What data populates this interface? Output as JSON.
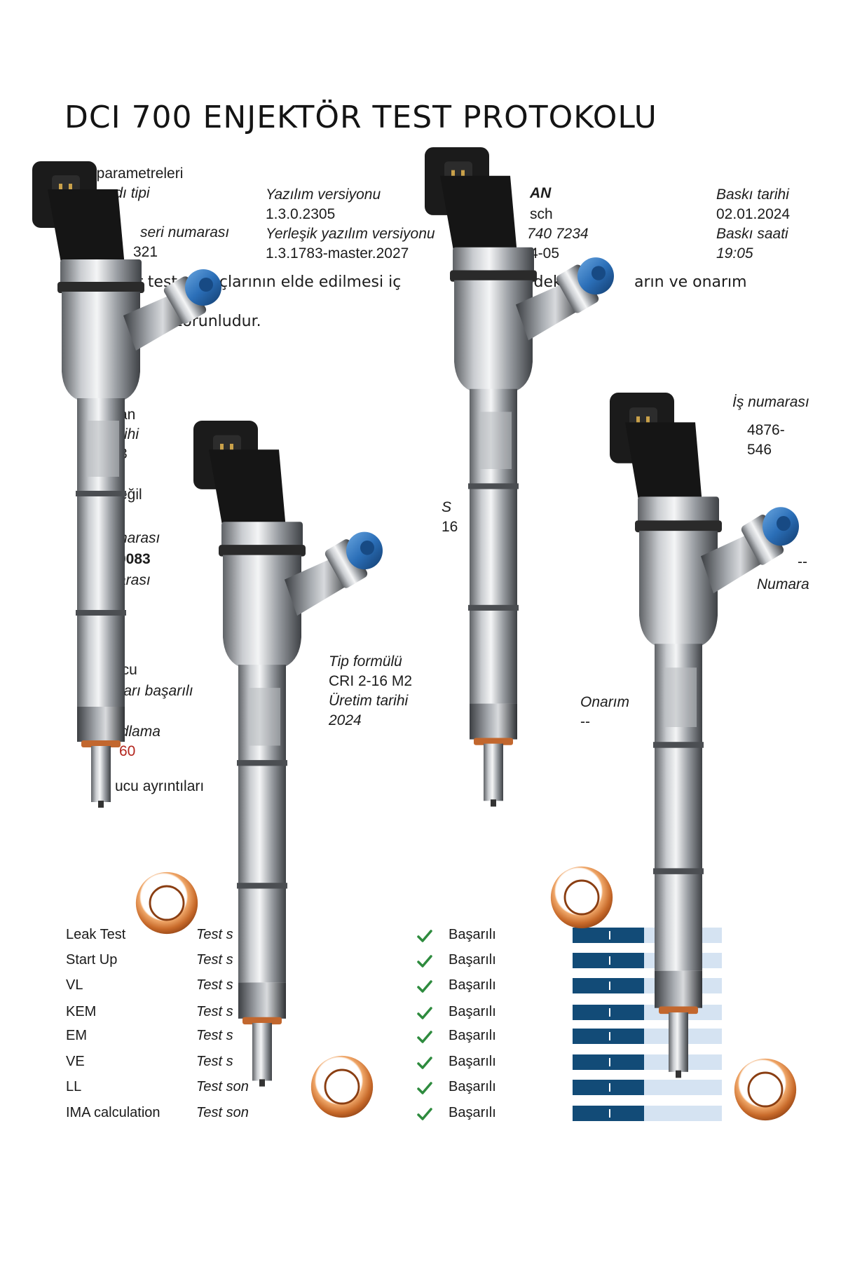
{
  "header": {
    "title": "DCI 700 ENJEKTÖR TEST PROTOKOLU"
  },
  "params": {
    "section_fragment": "t parametreleri",
    "bench_type_fragment": "andı tipi",
    "serial_label_fragment": "seri numarası",
    "serial_value_fragment": "321",
    "software_version_label": "Yazılım versiyonu",
    "software_version_value": "1.3.0.2305",
    "firmware_version_label": "Yerleşik yazılım versiyonu",
    "firmware_version_value": "1.3.1783-master.2027",
    "manufacturer_fragment": "AN",
    "brand_fragment": "sch",
    "part_fragment": "740 7234",
    "date_fragment": "4-05",
    "print_date_label": "Baskı tarihi",
    "print_date_value": "02.01.2024",
    "print_time_label": "Baskı saati",
    "print_time_value": "19:05"
  },
  "notice": {
    "line1_a": "milir test sonuçlarının elde edilmesi iç",
    "line1_b": "edek p",
    "line1_c": "arın ve onarım",
    "line2": "ilması zorunludur."
  },
  "injector_info": {
    "f1": "an",
    "f2": "rihi",
    "f3": "3",
    "f4": "eğil",
    "f5": "narası",
    "f6": "0083",
    "f7": "arası",
    "f8": "ucu",
    "f9": "nları başarılı",
    "f10": "odlama",
    "f11": "60",
    "f12": "ucu ayrıntıları",
    "type_formula_label": "Tip formülü",
    "type_formula_value": "CRI 2-16 M2",
    "production_date_label": "Üretim tarihi",
    "production_date_value": "2024",
    "job_number_label": "İş numarası",
    "job_number_value_1": "4876-",
    "job_number_value_2": "546",
    "mid_label_fragment": "S",
    "mid_label_fragment_2": "i",
    "mid_value_fragment": "16",
    "right_dash": "--",
    "right_label_fragment": "Numara",
    "repair_label_fragment": "Onarım",
    "repair_value": "--"
  },
  "tests": {
    "rows": [
      {
        "name": "Leak Test",
        "result": "Test s",
        "status": "Başarılı",
        "fill": 0.48
      },
      {
        "name": "Start Up",
        "result": "Test s",
        "status": "Başarılı",
        "fill": 0.48
      },
      {
        "name": "VL",
        "result": "Test s",
        "status": "Başarılı",
        "fill": 0.48
      },
      {
        "name": "KEM",
        "result": "Test s",
        "status": "Başarılı",
        "fill": 0.48
      },
      {
        "name": "EM",
        "result": "Test s",
        "status": "Başarılı",
        "fill": 0.48
      },
      {
        "name": "VE",
        "result": "Test s",
        "status": "Başarılı",
        "fill": 0.48
      },
      {
        "name": "LL",
        "result": "Test son",
        "status": "Başarılı",
        "fill": 0.48
      },
      {
        "name": "IMA calculation",
        "result": "Test son",
        "status": "Başarılı",
        "fill": 0.48
      }
    ]
  },
  "colors": {
    "check": "#2e8b3e",
    "bar_fill": "#124b77",
    "bar_track": "#d5e3f2",
    "accent_red": "#b3261e"
  },
  "icons": {
    "check": "check-icon"
  }
}
